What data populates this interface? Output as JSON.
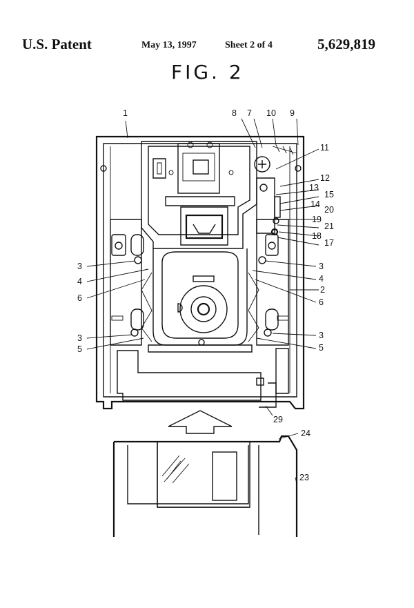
{
  "header": {
    "left": "U.S. Patent",
    "date": "May 13, 1997",
    "sheet": "Sheet 2 of 4",
    "patent_number": "5,629,819"
  },
  "figure": {
    "title": "FIG. 2",
    "labels": {
      "l1": "1",
      "l2": "2",
      "l3a": "3",
      "l3b": "3",
      "l3c": "3",
      "l3d": "3",
      "l4a": "4",
      "l4b": "4",
      "l5a": "5",
      "l5b": "5",
      "l6a": "6",
      "l6b": "6",
      "l7": "7",
      "l8": "8",
      "l9": "9",
      "l10": "10",
      "l11": "11",
      "l12": "12",
      "l13": "13",
      "l14": "14",
      "l15": "15",
      "l17": "17",
      "l18": "18",
      "l19": "19",
      "l20": "20",
      "l21": "21",
      "l23": "23",
      "l24": "24",
      "l29": "29"
    }
  }
}
